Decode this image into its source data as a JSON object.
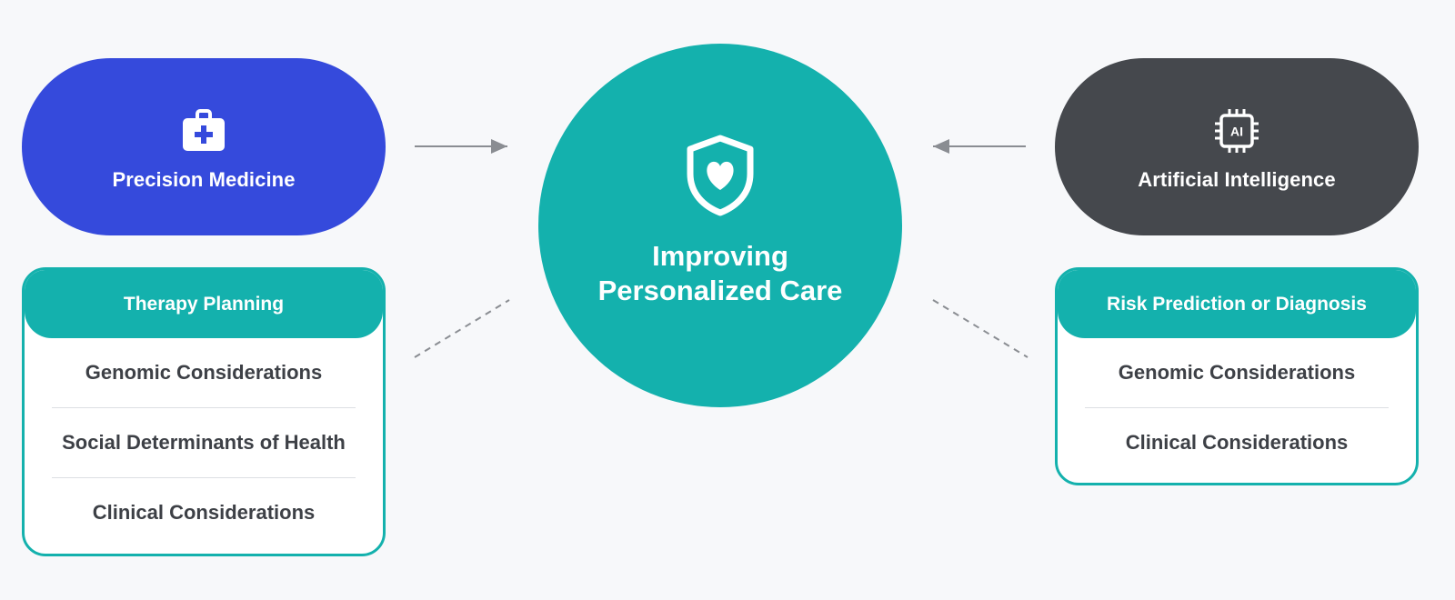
{
  "left_pill": {
    "label": "Precision Medicine",
    "icon": "medical-kit-icon",
    "color": "#354adc"
  },
  "right_pill": {
    "label": "Artificial Intelligence",
    "icon": "ai-chip-icon",
    "icon_text": "AI",
    "color": "#45484d"
  },
  "center": {
    "line1": "Improving",
    "line2": "Personalized Care",
    "icon": "shield-heart-icon",
    "color": "#14b1ad"
  },
  "left_card": {
    "title": "Therapy Planning",
    "items": [
      "Genomic Considerations",
      "Social Determinants of Health",
      "Clinical Considerations"
    ]
  },
  "right_card": {
    "title": "Risk Prediction or Diagnosis",
    "items": [
      "Genomic Considerations",
      "Clinical Considerations"
    ]
  }
}
